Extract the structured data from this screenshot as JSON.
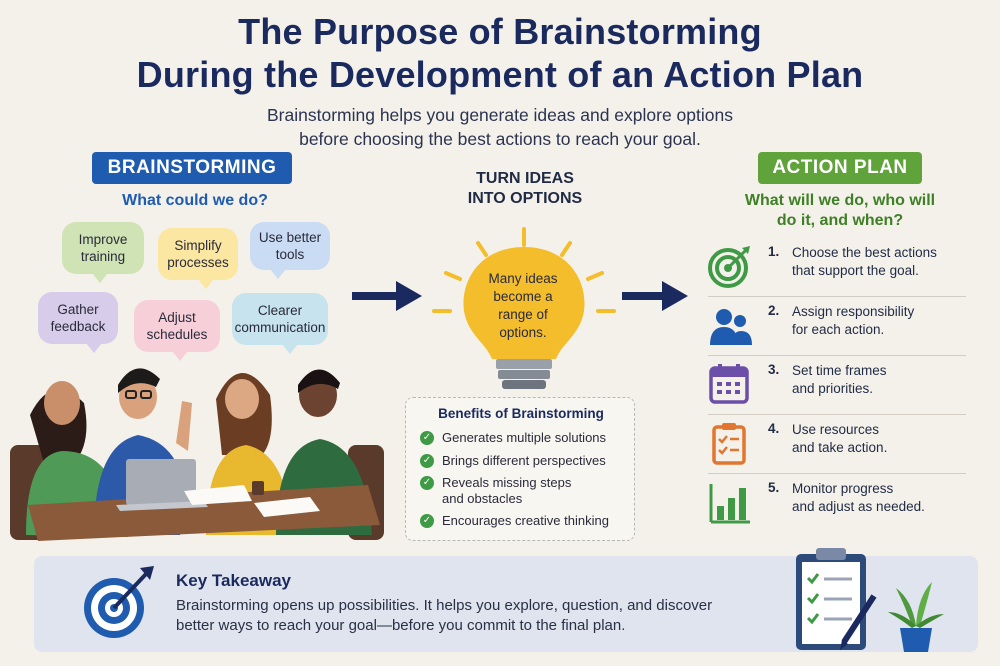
{
  "header": {
    "title_line1": "The Purpose of Brainstorming",
    "title_line2": "During the Development of an Action Plan",
    "subtitle_line1": "Brainstorming helps you generate ideas and explore options",
    "subtitle_line2": "before choosing the best actions to reach your goal."
  },
  "brainstorming": {
    "label": "BRAINSTORMING",
    "question": "What could we do?",
    "bubbles": [
      {
        "line1": "Improve",
        "line2": "training"
      },
      {
        "line1": "Simplify",
        "line2": "processes"
      },
      {
        "line1": "Use better",
        "line2": "tools"
      },
      {
        "line1": "Gather",
        "line2": "feedback"
      },
      {
        "line1": "Adjust",
        "line2": "schedules"
      },
      {
        "line1": "Clearer",
        "line2": "communication"
      }
    ]
  },
  "middle": {
    "heading_line1": "TURN IDEAS",
    "heading_line2": "INTO OPTIONS",
    "bulb_line1": "Many ideas",
    "bulb_line2": "become a",
    "bulb_line3": "range of",
    "bulb_line4": "options.",
    "benefits_title": "Benefits of Brainstorming",
    "benefits": [
      {
        "line1": "Generates multiple solutions"
      },
      {
        "line1": "Brings different perspectives"
      },
      {
        "line1": "Reveals missing steps",
        "line2": "and obstacles"
      },
      {
        "line1": "Encourages creative thinking"
      }
    ]
  },
  "action_plan": {
    "label": "ACTION PLAN",
    "question_line1": "What will we do, who will",
    "question_line2": "do it, and when?",
    "steps": [
      {
        "num": "1.",
        "line1": "Choose the best actions",
        "line2": "that support the goal.",
        "icon": "target-icon",
        "color": "#3f9a45"
      },
      {
        "num": "2.",
        "line1": "Assign responsibility",
        "line2": "for each action.",
        "icon": "people-icon",
        "color": "#1f5cb0"
      },
      {
        "num": "3.",
        "line1": "Set time frames",
        "line2": "and priorities.",
        "icon": "calendar-icon",
        "color": "#6c4fa8"
      },
      {
        "num": "4.",
        "line1": "Use resources",
        "line2": "and take action.",
        "icon": "clipboard-icon",
        "color": "#e0762f"
      },
      {
        "num": "5.",
        "line1": "Monitor progress",
        "line2": "and adjust as needed.",
        "icon": "bar-chart-icon",
        "color": "#3f9a45"
      }
    ]
  },
  "takeaway": {
    "title": "Key Takeaway",
    "line1": "Brainstorming opens up possibilities.  It helps you explore, question, and discover",
    "line2": "better ways to reach your goal—before you commit to the final plan."
  },
  "colors": {
    "navy": "#1b2a5e",
    "blue": "#1f5cb0",
    "green": "#5fa33a",
    "bulb": "#f3bd2c"
  }
}
